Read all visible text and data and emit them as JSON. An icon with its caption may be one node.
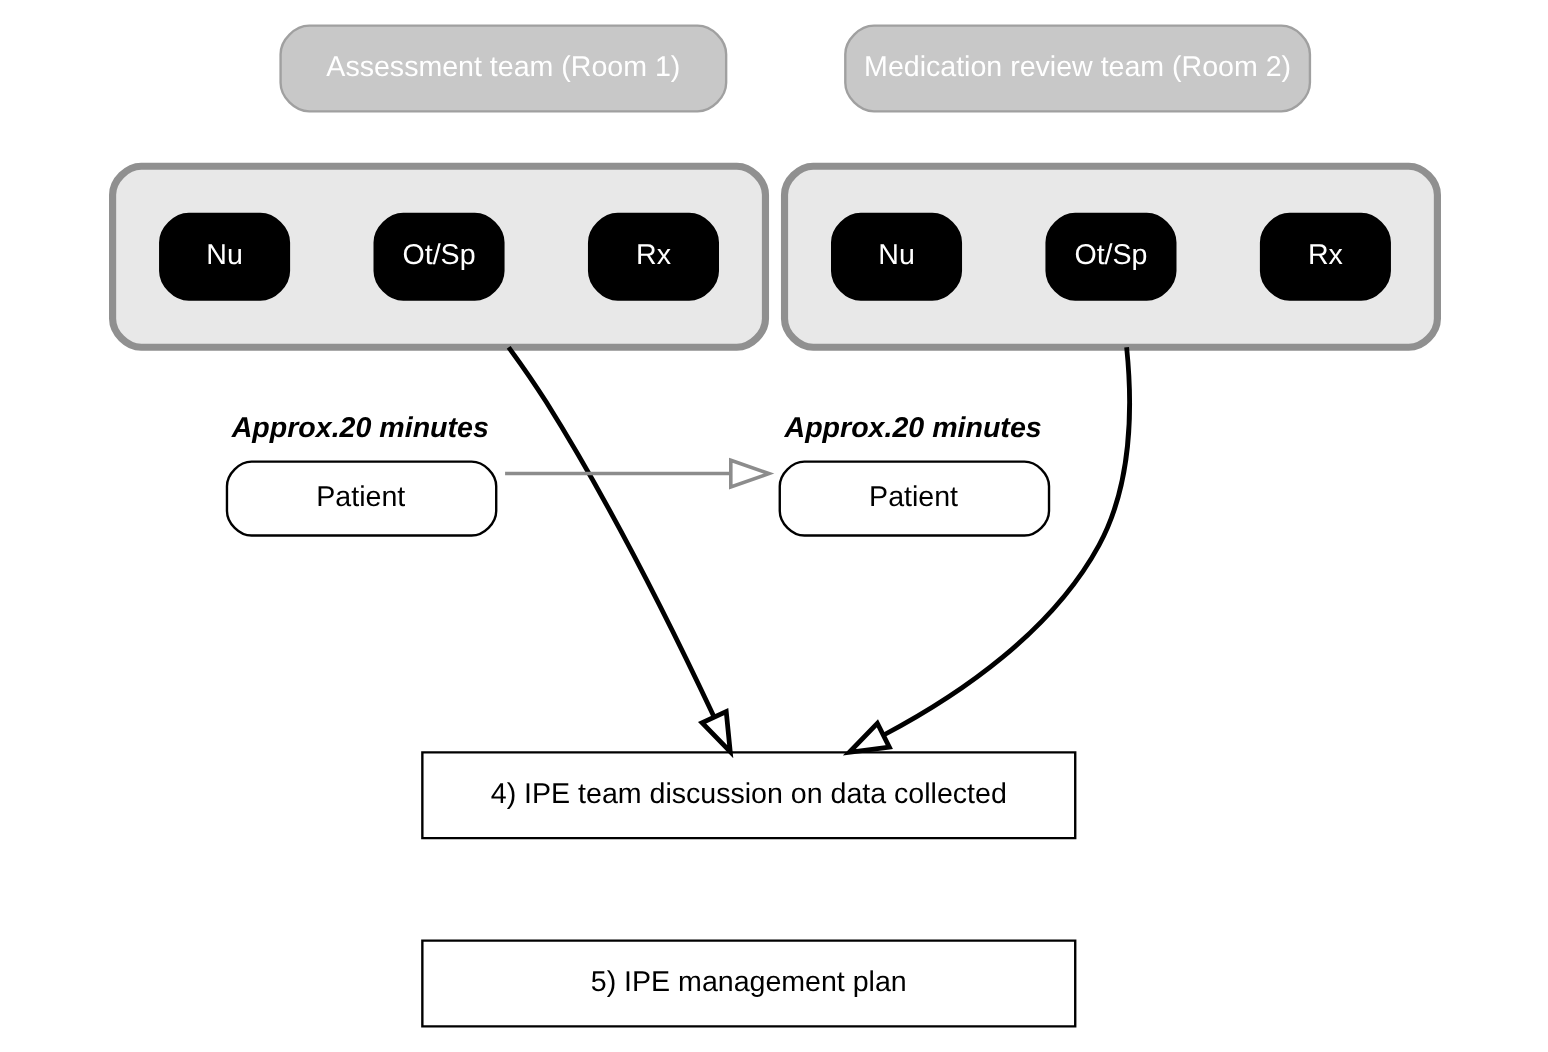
{
  "diagram": {
    "nodes": [
      {
        "text": [
          "Assessment team (Room 1)"
        ]
      },
      {
        "text": [
          "Medication review team (Room 2)"
        ]
      },
      {
        "text": [],
        "shape": "ellipse"
      },
      {
        "text": [
          "Nu"
        ],
        "in": 2
      },
      {
        "text": [
          "Ot/Sp"
        ],
        "in": 2
      },
      {
        "text": [
          "Rx"
        ],
        "in": 2
      },
      {
        "text": [],
        "shape": "ellipse"
      },
      {
        "text": [
          "Nu"
        ],
        "in": 6
      },
      {
        "text": [
          "Ot/Sp"
        ],
        "in": 6
      },
      {
        "text": [
          "Rx"
        ],
        "in": 6
      },
      {
        "text": [
          "Patient"
        ],
        "beside": [
          "Approx.20 minutes"
        ]
      },
      {
        "text": [
          "Patient"
        ],
        "beside": [
          "Approx.20 minutes"
        ]
      },
      {
        "text": [
          "4) IPE team discussion on data collected"
        ]
      },
      {
        "text": [
          "5) IPE management plan"
        ]
      }
    ],
    "edges": [
      {
        "from": 10,
        "to": 11,
        "arrow": "to",
        "color": "#8c8c8c"
      },
      {
        "from": 2,
        "to": 12,
        "arrow": "to"
      },
      {
        "from": 6,
        "to": 12,
        "arrow": "to"
      }
    ]
  }
}
